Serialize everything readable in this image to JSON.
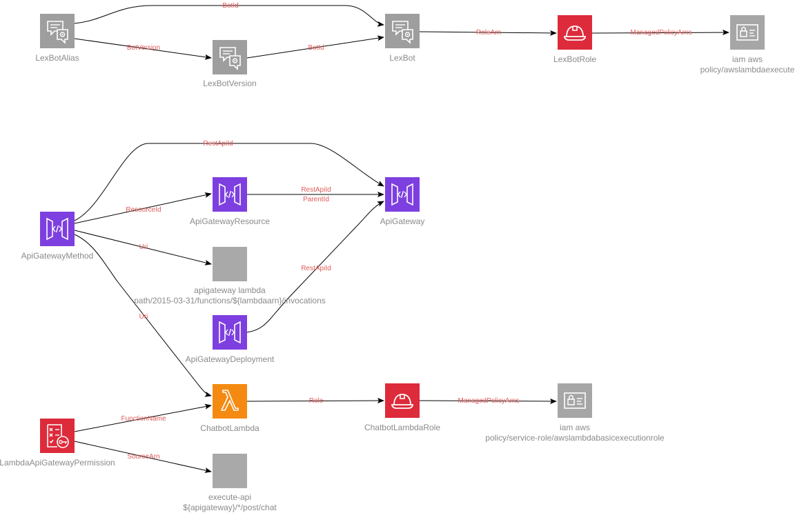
{
  "colors": {
    "lex": "#9e9e9e",
    "apigateway": "#7d3fe0",
    "role": "#dd2b3b",
    "lambda": "#f58a12",
    "policy": "#a6a6a6",
    "generic": "#a9a9a9",
    "edge": "#000000",
    "edge_label": "#e05a5a",
    "node_label": "#8a8a8a"
  },
  "nodes": {
    "lexbotalias": {
      "label": "LexBotAlias",
      "icon": "chat-bubbles-icon"
    },
    "lexbotversion": {
      "label": "LexBotVersion",
      "icon": "chat-bubbles-icon"
    },
    "lexbot": {
      "label": "LexBot",
      "icon": "chat-bubbles-icon"
    },
    "lexbotrole": {
      "label": "LexBotRole",
      "icon": "hard-hat-icon"
    },
    "lexbot_policy": {
      "line1": "iam aws",
      "line2": "policy/awslambdaexecute",
      "icon": "id-card-lock-icon"
    },
    "apigatewaymethod": {
      "label": "ApiGatewayMethod",
      "icon": "api-gateway-icon"
    },
    "apigatewayresource": {
      "label": "ApiGatewayResource",
      "icon": "api-gateway-icon"
    },
    "apigateway": {
      "label": "ApiGateway",
      "icon": "api-gateway-icon"
    },
    "apigateway_lambda_uri": {
      "line1": "apigateway lambda",
      "line2": "path/2015-03-31/functions/${lambdaarn}/invocations"
    },
    "apigatewaydeployment": {
      "label": "ApiGatewayDeployment",
      "icon": "api-gateway-icon"
    },
    "chatbotlambda": {
      "label": "ChatbotLambda",
      "icon": "lambda-icon"
    },
    "chatbotlambdarole": {
      "label": "ChatbotLambdaRole",
      "icon": "hard-hat-icon"
    },
    "chatbot_policy": {
      "line1": "iam aws",
      "line2": "policy/service-role/awslambdabasicexecutionrole",
      "icon": "id-card-lock-icon"
    },
    "lambdaapigatewaypermission": {
      "label": "LambdaApiGatewayPermission",
      "icon": "permission-key-icon"
    },
    "execute_api": {
      "line1": "execute-api",
      "line2": "${apigateway}/*/post/chat"
    }
  },
  "edges": [
    {
      "from": "LexBotAlias",
      "to": "LexBot",
      "label": "BotId"
    },
    {
      "from": "LexBotAlias",
      "to": "LexBotVersion",
      "label": "BotVersion"
    },
    {
      "from": "LexBotVersion",
      "to": "LexBot",
      "label": "BotId"
    },
    {
      "from": "LexBot",
      "to": "LexBotRole",
      "label": "RoleArn"
    },
    {
      "from": "LexBotRole",
      "to": "iam aws policy/awslambdaexecute",
      "label": "ManagedPolicyArns"
    },
    {
      "from": "ApiGatewayMethod",
      "to": "ApiGateway",
      "label": "RestApiId"
    },
    {
      "from": "ApiGatewayMethod",
      "to": "ApiGatewayResource",
      "label": "ResourceId"
    },
    {
      "from": "ApiGatewayResource",
      "to": "ApiGateway",
      "label": "RestApiId",
      "label2": "ParentId"
    },
    {
      "from": "ApiGatewayMethod",
      "to": "apigateway lambda",
      "label": "Uri"
    },
    {
      "from": "ApiGatewayDeployment",
      "to": "ApiGateway",
      "label": "RestApiId"
    },
    {
      "from": "ApiGatewayMethod",
      "to": "ChatbotLambda",
      "label": "Uri"
    },
    {
      "from": "ChatbotLambda",
      "to": "ChatbotLambdaRole",
      "label": "Role"
    },
    {
      "from": "ChatbotLambdaRole",
      "to": "iam aws policy/service-role/awslambdabasicexecutionrole",
      "label": "ManagedPolicyArns"
    },
    {
      "from": "LambdaApiGatewayPermission",
      "to": "ChatbotLambda",
      "label": "FunctionName"
    },
    {
      "from": "LambdaApiGatewayPermission",
      "to": "execute-api",
      "label": "SourceArn"
    }
  ]
}
